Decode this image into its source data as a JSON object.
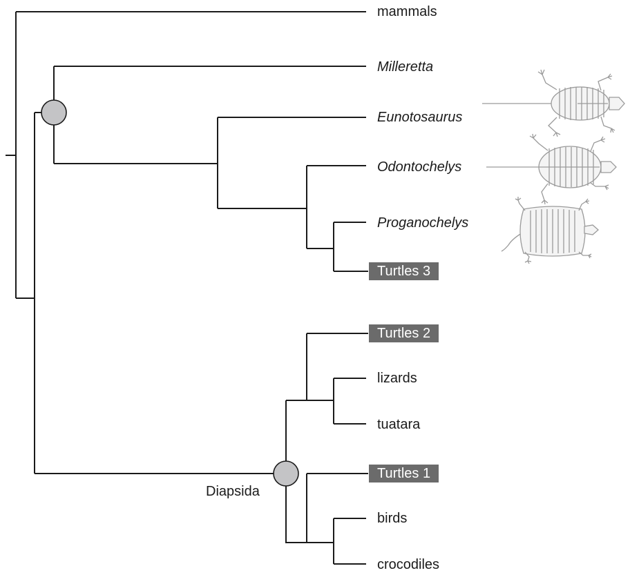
{
  "taxa": {
    "mammals": "mammals",
    "milleretta": "Milleretta",
    "eunotosaurus": "Eunotosaurus",
    "odontochelys": "Odontochelys",
    "proganochelys": "Proganochelys",
    "turtles3": "Turtles 3",
    "turtles2": "Turtles 2",
    "lizards": "lizards",
    "tuatara": "tuatara",
    "turtles1": "Turtles 1",
    "birds": "birds",
    "crocodiles": "crocodiles"
  },
  "clades": {
    "diapsida": "Diapsida"
  },
  "colors": {
    "branch": "#1a1a1a",
    "node_fill": "#c4c4c6",
    "highlight_bg": "#6b6b6b",
    "highlight_text": "#ffffff"
  }
}
